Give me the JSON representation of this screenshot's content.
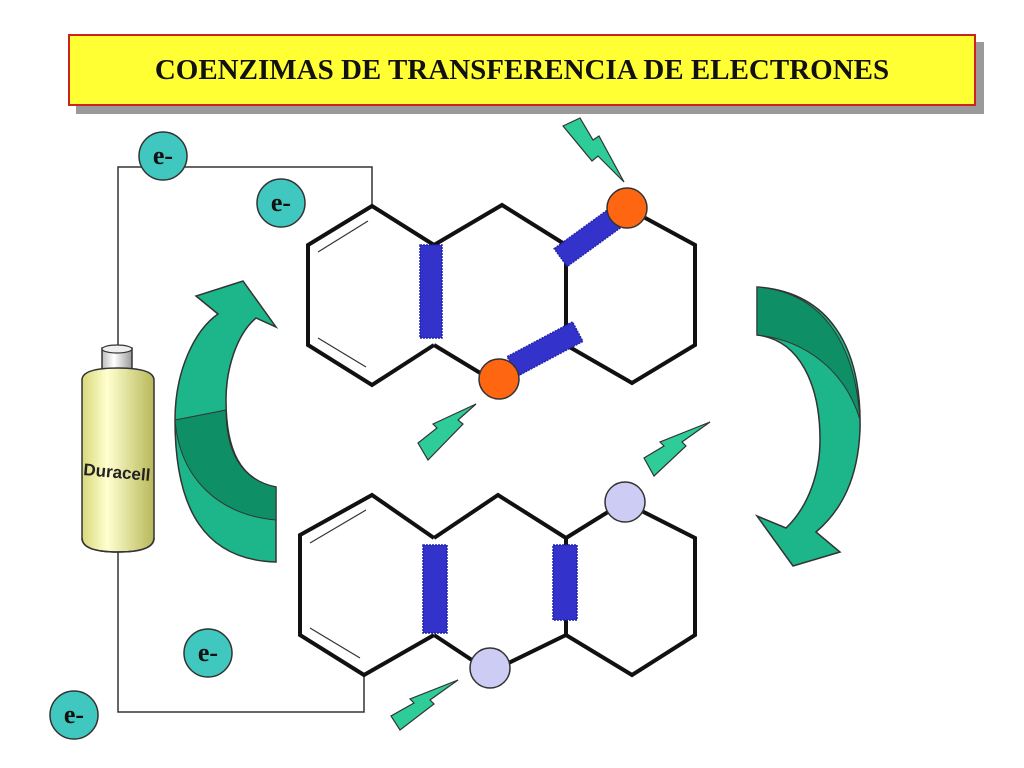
{
  "title": "COENZIMAS DE TRANSFERENCIA DE ELECTRONES",
  "battery": {
    "brand": "Duracell"
  },
  "electrons": [
    {
      "label": "e-"
    },
    {
      "label": "e-"
    },
    {
      "label": "e-"
    },
    {
      "label": "e-"
    }
  ],
  "colors": {
    "title_bg": "#ffff33",
    "title_border": "#cc2222",
    "arrow_green": "#1db58a",
    "bond_blue": "#3333cc",
    "oxidized_atom": "#ff6611",
    "reduced_atom": "#ccccf5",
    "electron_fill": "#40c8c0",
    "lightning": "#2ecc99"
  },
  "icons": [
    "battery-icon",
    "lightning-icon",
    "curved-arrow-icon",
    "electron-icon"
  ]
}
